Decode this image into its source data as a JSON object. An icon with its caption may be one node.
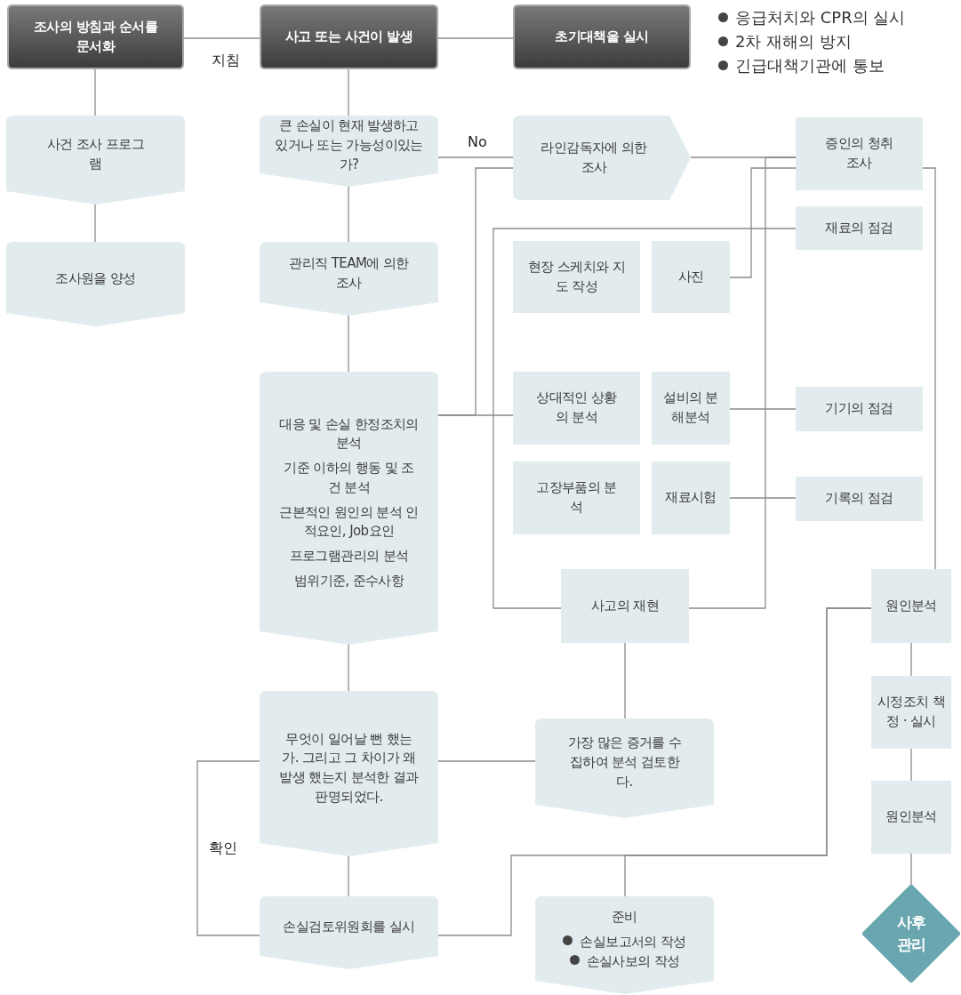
{
  "diagram": {
    "nodes": [
      {
        "text": [
          "조사의 방침과 순서를 문서화"
        ]
      },
      {
        "text": [
          "사고 또는 사건이 발생"
        ]
      },
      {
        "text": [
          "초기대책을 실시"
        ]
      },
      {
        "text": [
          "사건 조사 프로그램"
        ]
      },
      {
        "text": [
          "조사원을 양성"
        ]
      },
      {
        "text": [
          "큰 손실이 현재 발생하고있거나 또는 가능성이있는가?"
        ]
      },
      {
        "text": [
          "관리직 TEAM에 의한 조사"
        ]
      },
      {
        "text": [
          "대응 및 손실 한정조치의 분석",
          "기준 이하의 행동 및 조건 분석",
          "근본적인 원인의 분석 인적요인, Job요인",
          "프로그램관리의 분석",
          "범위기준, 준수사항"
        ]
      },
      {
        "text": [
          "무엇이 일어날 뻔 했는가. 그리고 그 차이가 왜 발생 했는지 분석한 결과 판명되었다."
        ]
      },
      {
        "text": [
          "손실검토위원회를 실시"
        ]
      },
      {
        "text": [
          "라인감독자에 의한 조사"
        ]
      },
      {
        "text": [
          "증인의 청취 조사"
        ]
      },
      {
        "text": [
          "재료의 점검"
        ]
      },
      {
        "text": [
          "현장 스케치와 지도 작성"
        ]
      },
      {
        "text": [
          "사진"
        ]
      },
      {
        "text": [
          "상대적인 상황의 분석"
        ]
      },
      {
        "text": [
          "설비의 분해분석"
        ]
      },
      {
        "text": [
          "기기의 점검"
        ]
      },
      {
        "text": [
          "고장부품의 분석"
        ]
      },
      {
        "text": [
          "재료시험"
        ]
      },
      {
        "text": [
          "기록의 점검"
        ]
      },
      {
        "text": [
          "사고의 재현"
        ]
      },
      {
        "text": [
          "원인분석"
        ]
      },
      {
        "text": [
          "시정조치 책정 · 실시"
        ]
      },
      {
        "text": [
          "원인분석"
        ]
      },
      {
        "text": [
          "사후 관리"
        ]
      },
      {
        "text": [
          "가장 많은 증거를 수집하여 분석 검토한다."
        ]
      },
      {
        "text": [
          "준비",
          "손실보고서의 작성",
          "손실사보의 작성"
        ]
      }
    ],
    "edges": [
      {
        "from": 0,
        "to": 1,
        "arrow": "none",
        "label": "지침"
      },
      {
        "from": 1,
        "to": 2,
        "arrow": "none"
      },
      {
        "from": 0,
        "to": 3,
        "arrow": "none"
      },
      {
        "from": 3,
        "to": 4,
        "arrow": "none"
      },
      {
        "from": 1,
        "to": 5,
        "arrow": "none"
      },
      {
        "from": 5,
        "to": 6,
        "arrow": "none"
      },
      {
        "from": 6,
        "to": 7,
        "arrow": "none"
      },
      {
        "from": 7,
        "to": 8,
        "arrow": "none"
      },
      {
        "from": 8,
        "to": 9,
        "arrow": "none"
      },
      {
        "from": 5,
        "to": 10,
        "arrow": "none",
        "label": "No"
      },
      {
        "from": 7,
        "to": 10,
        "arrow": "none"
      },
      {
        "from": 7,
        "to": 15,
        "arrow": "none"
      },
      {
        "from": 10,
        "to": 11,
        "arrow": "none"
      },
      {
        "from": 14,
        "to": 11,
        "arrow": "none"
      },
      {
        "from": 12,
        "to": 21,
        "arrow": "none"
      },
      {
        "from": 21,
        "to": 11,
        "arrow": "none"
      },
      {
        "from": 16,
        "to": 17,
        "arrow": "none"
      },
      {
        "from": 19,
        "to": 20,
        "arrow": "none"
      },
      {
        "from": 11,
        "to": 22,
        "arrow": "none"
      },
      {
        "from": 22,
        "to": 23,
        "arrow": "none"
      },
      {
        "from": 23,
        "to": 24,
        "arrow": "none"
      },
      {
        "from": 24,
        "to": 25,
        "arrow": "none"
      },
      {
        "from": 22,
        "to": 9,
        "arrow": "none"
      },
      {
        "from": 22,
        "to": 27,
        "arrow": "none"
      },
      {
        "from": 21,
        "to": 26,
        "arrow": "none"
      },
      {
        "from": 8,
        "to": 26,
        "arrow": "none"
      },
      {
        "from": 8,
        "to": 9,
        "arrow": "none",
        "label": "확인"
      }
    ],
    "labels": [
      "응급처치와 CPR의 실시",
      "2차 재해의 방지",
      "긴급대책기관에 통보"
    ]
  }
}
